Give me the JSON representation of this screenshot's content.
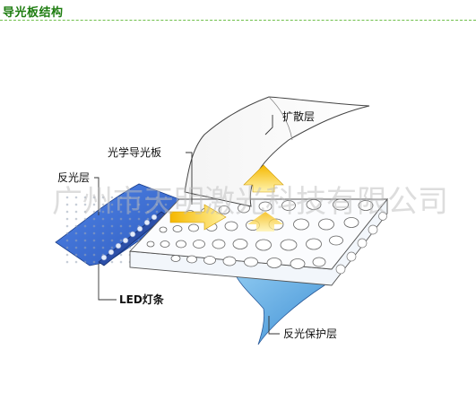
{
  "header": {
    "title": "导光板结构",
    "accent_color": "#1e7d10"
  },
  "diagram": {
    "labels": {
      "diffuser": "扩散层",
      "light_guide_plate": "光学导光板",
      "reflective_layer": "反光层",
      "led_strip": "LED灯条",
      "reflective_protection_layer": "反光保护层"
    },
    "watermark": "广州市天明激光科技有限公司",
    "colors": {
      "reflector_blue": "#3f6fd1",
      "protection_blue": "#5aa8e0",
      "arrow_yellow": "#f5c20a",
      "led_bead": "#dfe9f7"
    }
  }
}
